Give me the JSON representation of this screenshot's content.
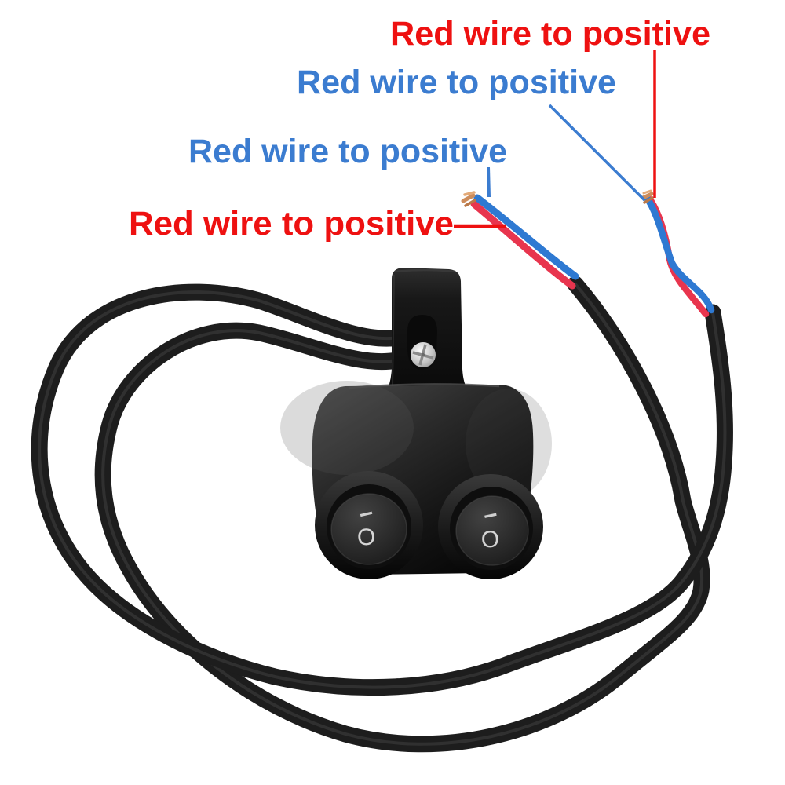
{
  "annotations": {
    "labels": [
      {
        "text": "Red wire to positive",
        "color": "#ee1111"
      },
      {
        "text": "Red wire to positive",
        "color": "#3b7cd0"
      },
      {
        "text": "Red wire to positive",
        "color": "#3b7cd0"
      },
      {
        "text": "Red wire to positive",
        "color": "#ee1111"
      }
    ],
    "leader_lines": [
      {
        "color": "#ee1111",
        "from": "label-1",
        "to": "right-wire-tip"
      },
      {
        "color": "#3b7cd0",
        "from": "label-2",
        "to": "right-wire-tip"
      },
      {
        "color": "#3b7cd0",
        "from": "label-3",
        "to": "left-wire-tip"
      },
      {
        "color": "#ee1111",
        "from": "label-4",
        "to": "left-wire"
      }
    ]
  },
  "switch": {
    "left_rocker": {
      "on_label": "I",
      "off_label": "O"
    },
    "right_rocker": {
      "on_label": "I",
      "off_label": "O"
    }
  },
  "colors": {
    "wire_red": "#e8354e",
    "wire_blue": "#2e79d2",
    "copper": "#c98e60",
    "cable_black": "#1d1d1d",
    "marking_gray": "#d4d4d4"
  }
}
